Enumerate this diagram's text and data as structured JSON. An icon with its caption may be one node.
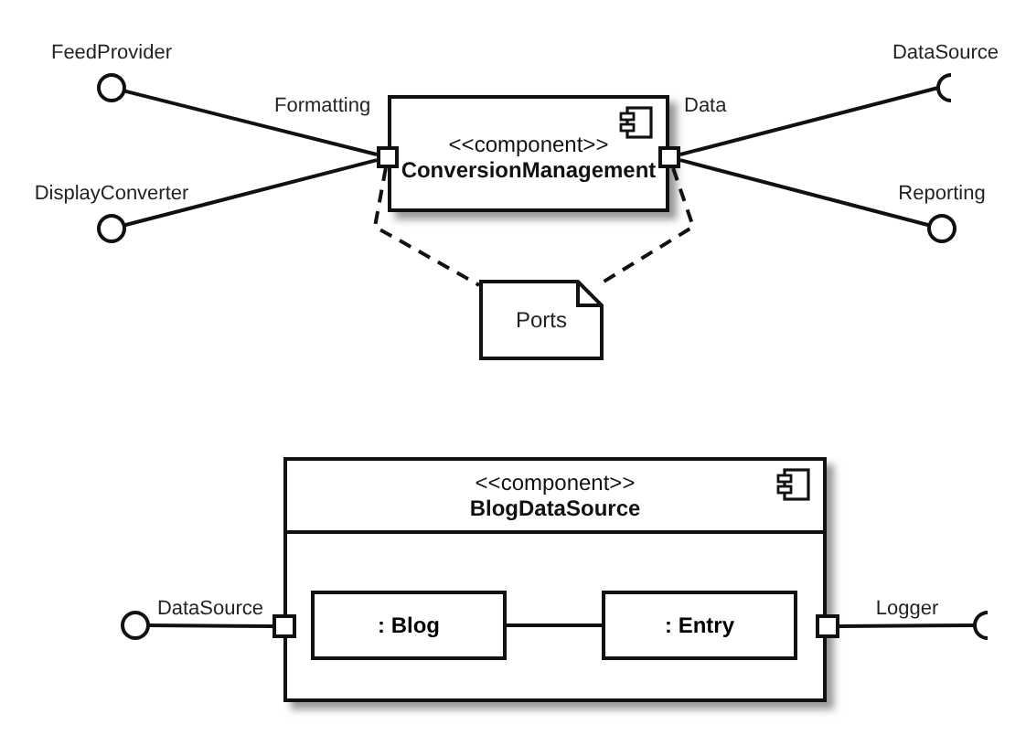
{
  "diagram": {
    "nodes": [
      {
        "text": [
          "<<component>>",
          "ConversionManagement"
        ]
      },
      {
        "text": [],
        "shape": "box"
      },
      {
        "text": [],
        "shape": "box"
      },
      {
        "text": [
          "FeedProvider"
        ]
      },
      {
        "text": [
          "DisplayConverter"
        ]
      },
      {
        "text": [
          "DataSource"
        ]
      },
      {
        "text": [
          "Reporting"
        ]
      },
      {
        "text": [
          "Ports"
        ]
      },
      {
        "text": [
          "<<component>>",
          "BlogDataSource"
        ]
      },
      {
        "text": [
          ": Blog"
        ],
        "in": 8
      },
      {
        "text": [
          ": Entry"
        ],
        "in": 8
      },
      {
        "text": [],
        "shape": "box"
      },
      {
        "text": [],
        "shape": "box"
      },
      {
        "text": [],
        "shape": "circle"
      },
      {
        "text": [],
        "shape": "socket"
      }
    ],
    "edges": [
      {
        "from": 3,
        "to": 1,
        "arrow": "none"
      },
      {
        "from": 4,
        "to": 1,
        "arrow": "none"
      },
      {
        "from": 2,
        "to": 5,
        "arrow": "none"
      },
      {
        "from": 2,
        "to": 6,
        "arrow": "none"
      },
      {
        "from": 1,
        "to": 7,
        "arrow": "none",
        "style": "dashed"
      },
      {
        "from": 2,
        "to": 7,
        "arrow": "none",
        "style": "dashed"
      },
      {
        "from": 13,
        "to": 11,
        "arrow": "none",
        "label": "DataSource"
      },
      {
        "from": 9,
        "to": 10,
        "arrow": "none"
      },
      {
        "from": 12,
        "to": 14,
        "arrow": "none",
        "label": "Logger"
      }
    ],
    "labels": [
      "Formatting",
      "Data"
    ]
  }
}
